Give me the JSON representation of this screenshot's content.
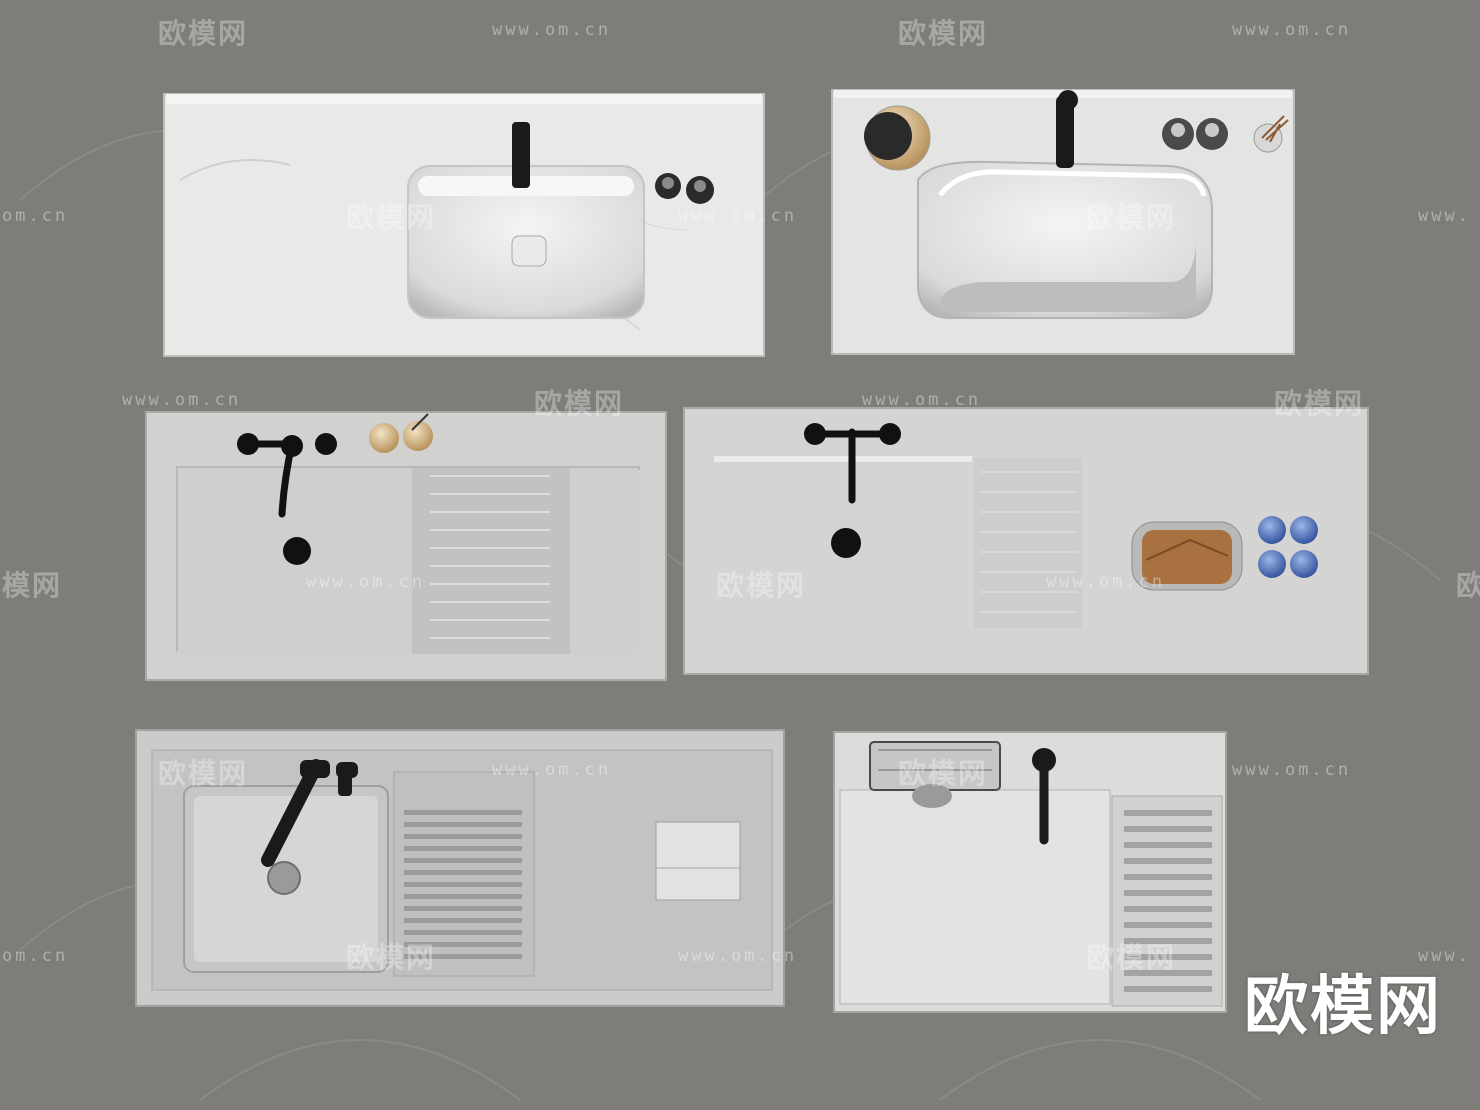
{
  "watermark": {
    "brand": "欧模网",
    "url": "www.om.cn",
    "url_partial": "om.cn",
    "url_left": "www.",
    "brand_partial": "模网"
  },
  "brand_logo_text": "欧模网",
  "colors": {
    "background": "#7e7d79",
    "counter": "#c9c9c7",
    "basin": "#e6e6e4",
    "fixture": "#1b1b1b"
  },
  "scene": {
    "sinks": [
      {
        "name": "white-marble-vanity-rectangular-basin"
      },
      {
        "name": "integrated-sculpted-basin-vanity"
      },
      {
        "name": "utility-sink-with-drainboard-wall-faucet"
      },
      {
        "name": "long-countertop-sink-with-soap-tray"
      },
      {
        "name": "grey-laundry-sink-with-washboard"
      },
      {
        "name": "compact-laundry-sink-with-shelf"
      }
    ]
  }
}
